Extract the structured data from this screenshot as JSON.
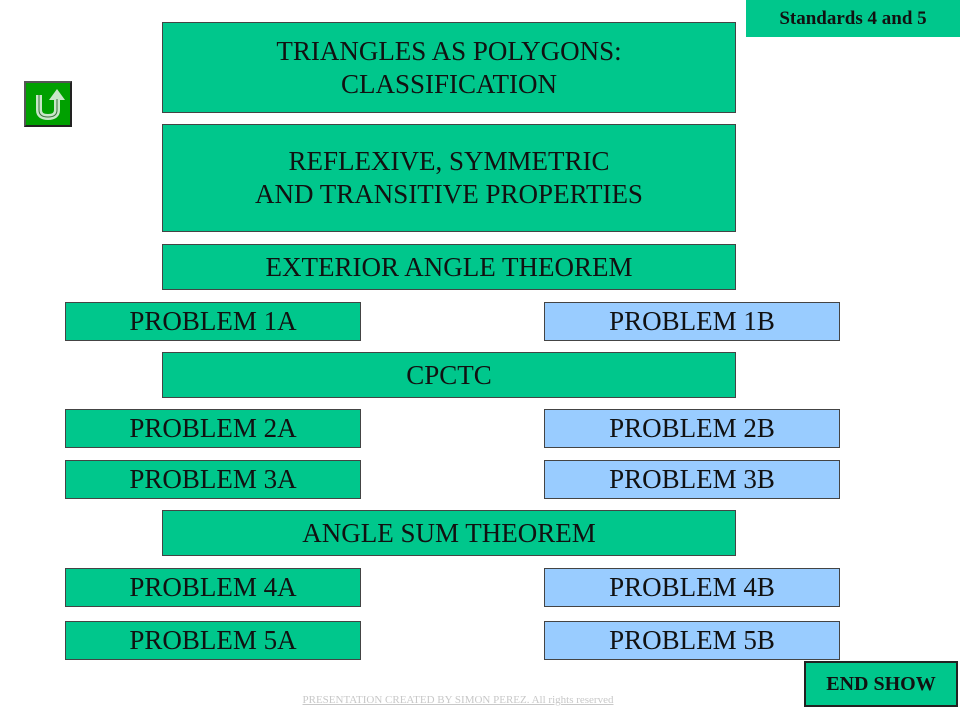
{
  "header": {
    "standards": "Standards 4 and 5"
  },
  "topics": {
    "classification": "TRIANGLES AS POLYGONS:\nCLASSIFICATION",
    "properties": "REFLEXIVE, SYMMETRIC\nAND TRANSITIVE PROPERTIES",
    "exterior_angle": "EXTERIOR ANGLE THEOREM",
    "cpctc": "CPCTC",
    "angle_sum": "ANGLE SUM THEOREM"
  },
  "problems": {
    "p1a": "PROBLEM 1A",
    "p1b": "PROBLEM 1B",
    "p2a": "PROBLEM 2A",
    "p2b": "PROBLEM 2B",
    "p3a": "PROBLEM 3A",
    "p3b": "PROBLEM 3B",
    "p4a": "PROBLEM 4A",
    "p4b": "PROBLEM 4B",
    "p5a": "PROBLEM 5A",
    "p5b": "PROBLEM 5B"
  },
  "controls": {
    "end_show": "END SHOW",
    "home_icon": "u-turn-arrow-icon"
  },
  "footer": {
    "credit": "PRESENTATION CREATED BY SIMON PEREZ. All rights reserved"
  },
  "colors": {
    "green": "#00c78c",
    "blue": "#99ccff",
    "home": "#00a000"
  }
}
